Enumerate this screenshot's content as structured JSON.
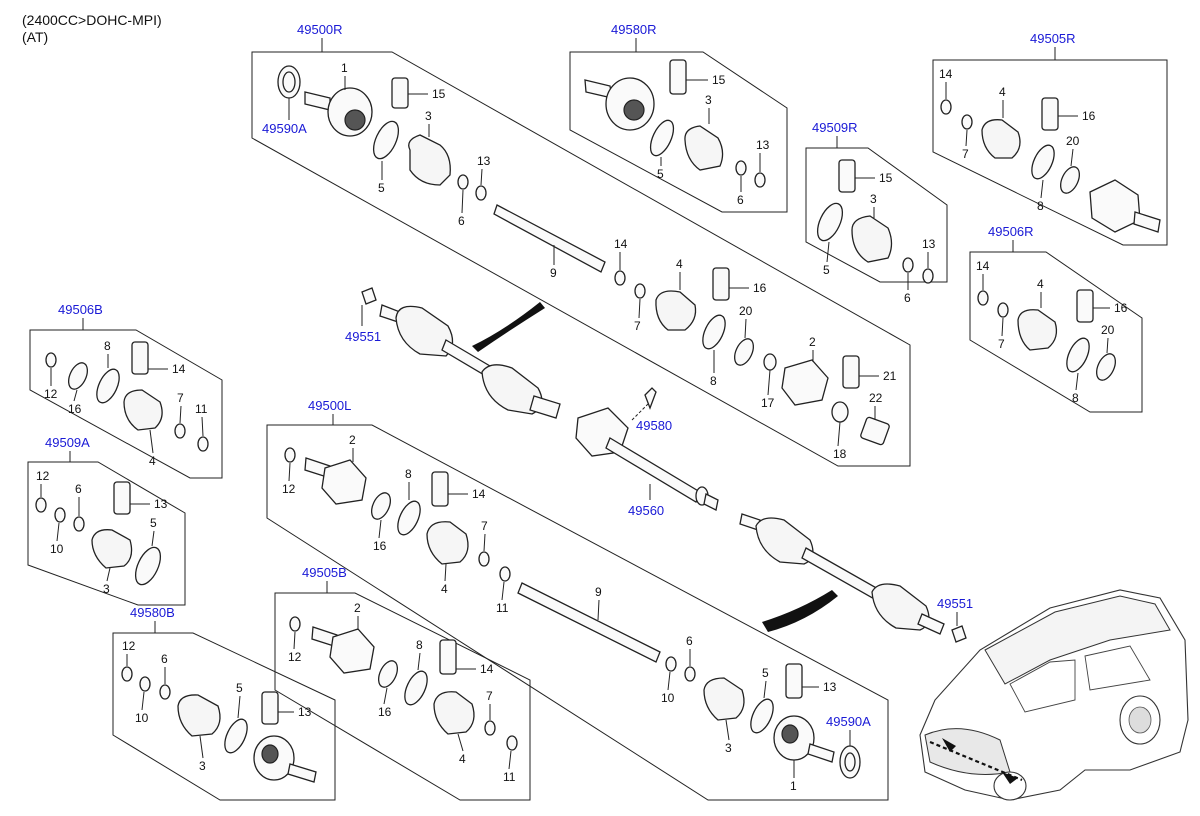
{
  "header": {
    "line1": "(2400CC>DOHC-MPI)",
    "line2": "(AT)"
  },
  "refs": {
    "r49500R": "49500R",
    "r49580R": "49580R",
    "r49505R": "49505R",
    "r49509R": "49509R",
    "r49506R": "49506R",
    "r49506B": "49506B",
    "r49509A": "49509A",
    "r49580B": "49580B",
    "r49500L": "49500L",
    "r49505B": "49505B",
    "r49590A_top": "49590A",
    "r49590A_bot": "49590A",
    "r49551_top": "49551",
    "r49551_bot": "49551",
    "r49580": "49580",
    "r49560": "49560"
  },
  "nums": {
    "n1": "1",
    "n2": "2",
    "n3": "3",
    "n4": "4",
    "n5": "5",
    "n6": "6",
    "n7": "7",
    "n8": "8",
    "n9": "9",
    "n10": "10",
    "n11": "11",
    "n12": "12",
    "n13": "13",
    "n14": "14",
    "n15": "15",
    "n16": "16",
    "n17": "17",
    "n18": "18",
    "n20": "20",
    "n21": "21",
    "n22": "22"
  }
}
